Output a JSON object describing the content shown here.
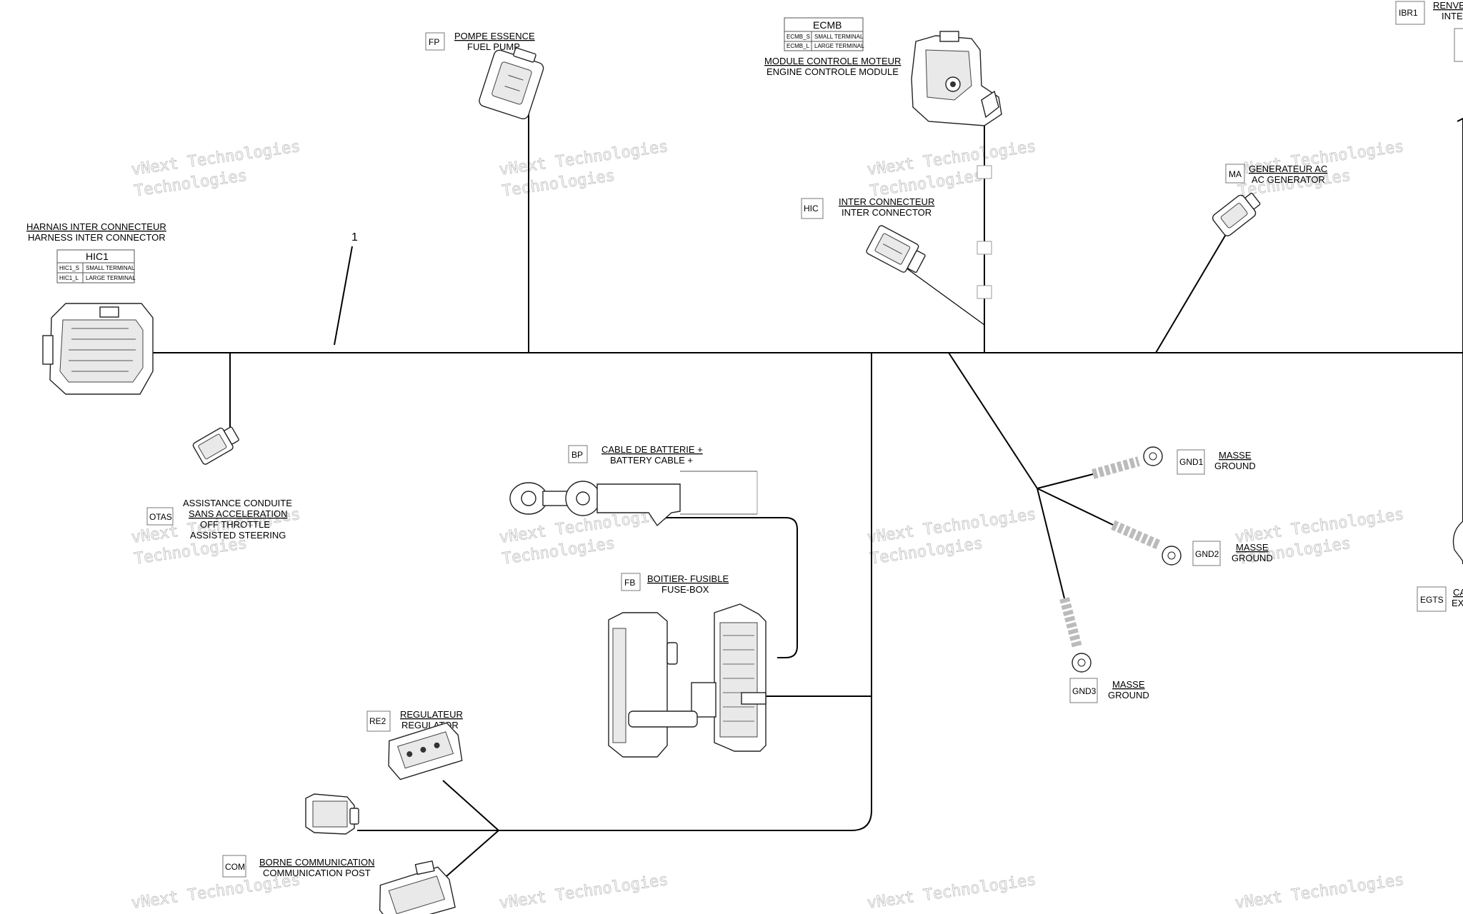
{
  "ref_number": "1",
  "watermark": {
    "line1": "vNext Technologies",
    "line2": "Technologies"
  },
  "components": {
    "hic1": {
      "fr": "HARNAIS INTER CONNECTEUR",
      "en": "HARNESS INTER CONNECTOR",
      "table_title": "HIC1",
      "rows": [
        {
          "code": "HIC1_S",
          "desc": "SMALL TERMINAL"
        },
        {
          "code": "HIC1_L",
          "desc": "LARGE TERMINAL"
        }
      ]
    },
    "fp": {
      "code": "FP",
      "fr": "POMPE ESSENCE",
      "en": "FUEL PUMP"
    },
    "ecmb": {
      "fr": "MODULE CONTROLE MOTEUR",
      "en": "ENGINE CONTROLE MODULE",
      "table_title": "ECMB",
      "rows": [
        {
          "code": "ECMB_S",
          "desc": "SMALL TERMINAL"
        },
        {
          "code": "ECMB_L",
          "desc": "LARGE TERMINAL"
        }
      ]
    },
    "hic": {
      "code": "HIC",
      "fr": "INTER CONNECTEUR",
      "en": "INTER CONNECTOR"
    },
    "ibr1": {
      "code": "IBR1",
      "fr": "RENVE",
      "en": "INTEL"
    },
    "ma": {
      "code": "MA",
      "fr": "GENERATEUR AC",
      "en": "AC GENERATOR"
    },
    "otas": {
      "code": "OTAS",
      "fr1": "ASSISTANCE CONDUITE",
      "fr2": "SANS ACCELERATION",
      "en1": "OFF THROTTLE",
      "en2": "ASSISTED STEERING"
    },
    "bp": {
      "code": "BP",
      "fr": "CABLE DE BATTERIE +",
      "en": "BATTERY CABLE +"
    },
    "fb": {
      "code": "FB",
      "fr": "BOITIER- FUSIBLE",
      "en": "FUSE-BOX"
    },
    "gnd1": {
      "code": "GND1",
      "fr": "MASSE",
      "en": "GROUND"
    },
    "gnd2": {
      "code": "GND2",
      "fr": "MASSE",
      "en": "GROUND"
    },
    "gnd3": {
      "code": "GND3",
      "fr": "MASSE",
      "en": "GROUND"
    },
    "egts": {
      "code": "EGTS",
      "fr": "CA",
      "en": "EX"
    },
    "re2": {
      "code": "RE2",
      "fr": "REGULATEUR",
      "en": "REGULATOR"
    },
    "com": {
      "code": "COM",
      "fr": "BORNE COMMUNICATION",
      "en": "COMMUNICATION POST"
    }
  }
}
